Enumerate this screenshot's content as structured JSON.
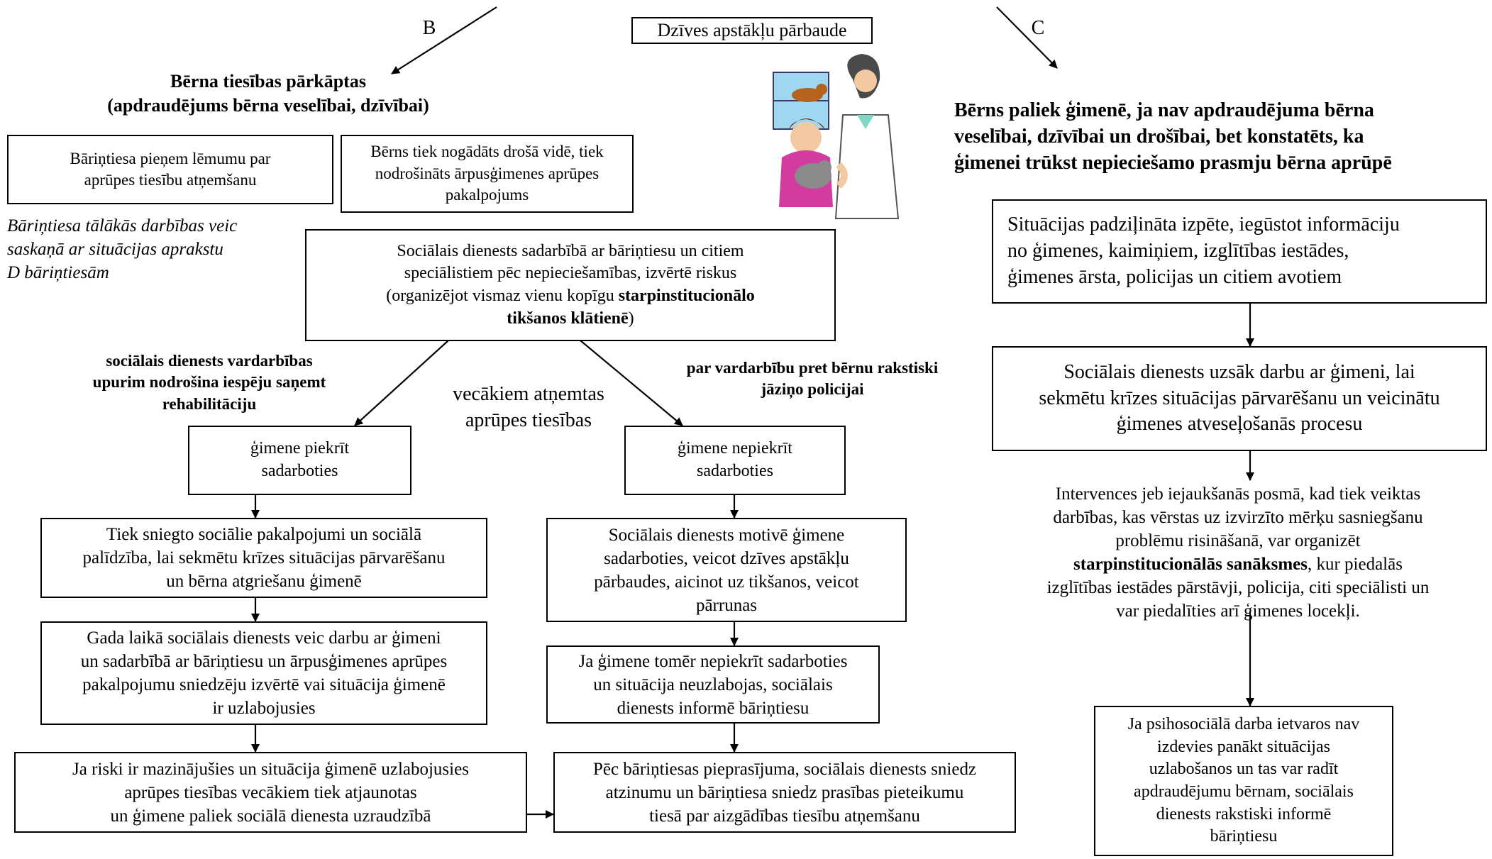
{
  "labels": {
    "b_letter": "B",
    "c_letter": "C",
    "top_box": "Dzīves apstākļu pārbaude"
  },
  "left_heading": {
    "line1": "Bērna tiesības pārkāptas",
    "line2": "(apdraudējums bērna veselībai, dzīvībai)"
  },
  "left_boxes": {
    "court_decision": [
      "Bāriņtiesa pieņem lēmumu par",
      "aprūpes tiesību atņemšanu"
    ],
    "safe_env": [
      "Bērns tiek nogādāts drošā vidē, tiek",
      "nodrošināts ārpusģimenes aprūpes",
      "pakalpojums"
    ]
  },
  "italic_note": [
    "Bāriņtiesa tālākās darbības veic",
    "saskaņā ar situācijas aprakstu",
    "D bāriņtiesām"
  ],
  "social_assess": {
    "line1": "Sociālais dienests sadarbībā ar bāriņtiesu un citiem",
    "line2": "speciālistiem pēc nepieciešamības, izvērtē riskus",
    "line3_pre": "(organizējot vismaz vienu kopīgu ",
    "line3_bold": "starpinstitucionālo",
    "line4_bold": "tikšanos klātienē",
    "line4_post": ")"
  },
  "side_notes": {
    "rehab": [
      "sociālais dienests vardarbības",
      "upurim nodrošina iespēju saņemt",
      "rehabilitāciju"
    ],
    "parents": [
      "vecākiem atņemtas",
      "aprūpes tiesības"
    ],
    "police": [
      "par vardarbību pret bērnu rakstiski",
      "jāziņo policijai"
    ]
  },
  "agree_branch": {
    "agree": [
      "ģimene piekrīt",
      "sadarboties"
    ],
    "services": [
      "Tiek sniegto sociālie pakalpojumi un sociālā",
      "palīdzība, lai sekmētu krīzes situācijas pārvarēšanu",
      "un bērna atgriešanu ģimenē"
    ],
    "year": [
      "Gada laikā sociālais dienests veic darbu ar ģimeni",
      "un sadarbībā ar bāriņtiesu un ārpusģimenes aprūpes",
      "pakalpojumu sniedzēju izvērtē vai situācija ģimenē",
      "ir uzlabojusies"
    ],
    "restored": [
      "Ja riski ir mazinājušies un situācija ģimenē uzlabojusies",
      "aprūpes tiesības vecākiem tiek atjaunotas",
      "un ģimene paliek sociālā dienesta uzraudzībā"
    ]
  },
  "disagree_branch": {
    "disagree": [
      "ģimene nepiekrīt",
      "sadarboties"
    ],
    "motivate": [
      "Sociālais dienests motivē ģimene",
      "sadarboties, veicot dzīves apstākļu",
      "pārbaudes, aicinot uz tikšanos, veicot",
      "pārrunas"
    ],
    "inform": [
      "Ja ģimene tomēr nepiekrīt sadarboties",
      "un situācija neuzlabojas, sociālais",
      "dienests informē bāriņtiesu"
    ],
    "court": [
      "Pēc bāriņtiesas pieprasījuma, sociālais dienests sniedz",
      "atzinumu un bāriņtiesa sniedz prasības pieteikumu",
      "tiesā par aizgādības tiesību atņemšanu"
    ]
  },
  "right_heading": [
    "Bērns paliek ģimenē, ja nav apdraudējuma bērna",
    "veselībai, dzīvībai un drošībai, bet konstatēts, ka",
    "ģimenei trūkst nepieciešamo prasmju bērna aprūpē"
  ],
  "right_boxes": {
    "investigation": [
      "Situācijas padziļināta izpēte, iegūstot informāciju",
      "no ģimenes, kaimiņiem, izglītības iestādes,",
      "ģimenes ārsta, policijas un citiem avotiem"
    ],
    "start_work": [
      "Sociālais dienests uzsāk darbu ar ģimeni, lai",
      "sekmētu krīzes situācijas pārvarēšanu un veicinātu",
      "ģimenes atveseļošanās procesu"
    ],
    "final": [
      "Ja psihosociālā darba ietvaros nav",
      "izdevies panākt situācijas",
      "uzlabošanos un tas var radīt",
      "apdraudējumu bērnam, sociālais",
      "dienests rakstiski informē",
      "bāriņtiesu"
    ]
  },
  "intervention": {
    "line1": "Intervences jeb iejaukšanās posmā, kad tiek veiktas",
    "line2": "darbības, kas vērstas uz izvirzīto mērķu sasniegšanu",
    "line3": "problēmu risināšanā, var organizēt",
    "line4_bold": "starpinstitucionālās sanāksmes",
    "line4_post": ", kur piedalās",
    "line5": "izglītības iestādes pārstāvji, policija, citi speciālisti un",
    "line6": "var piedalīties arī ģimenes locekļi."
  },
  "clipart": {
    "icon": "doctor-with-girl-and-cat"
  }
}
